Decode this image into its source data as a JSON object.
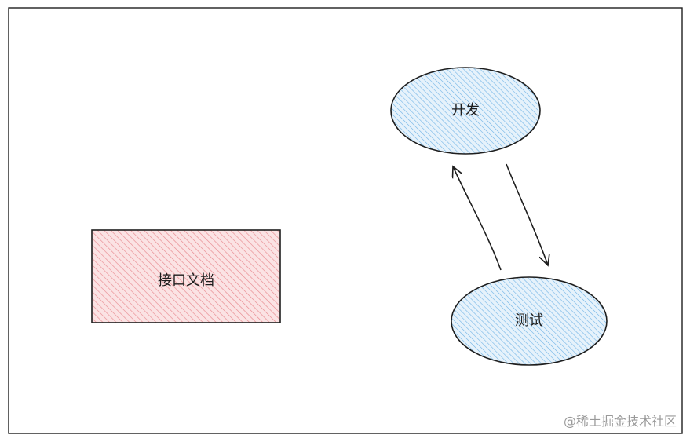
{
  "diagram": {
    "nodes": {
      "api_doc": {
        "label": "接口文档",
        "shape": "rectangle",
        "fill": "#f4a3a6",
        "stroke": "#1e1e1e"
      },
      "dev": {
        "label": "开发",
        "shape": "ellipse",
        "fill": "#a5d0ee",
        "stroke": "#1e1e1e"
      },
      "test": {
        "label": "测试",
        "shape": "ellipse",
        "fill": "#a5d0ee",
        "stroke": "#1e1e1e"
      }
    },
    "edges": [
      {
        "from": "test",
        "to": "dev"
      },
      {
        "from": "dev",
        "to": "test"
      }
    ],
    "frame_stroke": "#1e1e1e",
    "hatch_style": "hachure"
  },
  "watermark": {
    "text": "@稀土掘金技术社区"
  }
}
